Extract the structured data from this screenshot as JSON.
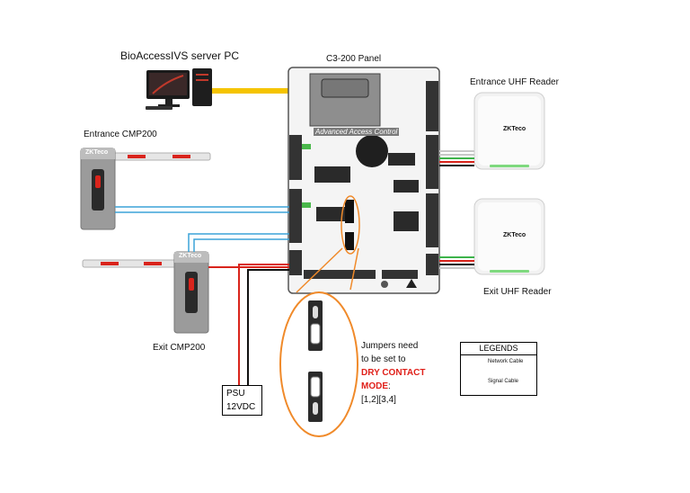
{
  "labels": {
    "server_pc": "BioAccessIVS server PC",
    "panel": "C3-200 Panel",
    "panel_inner": "Advanced Access Control",
    "entrance_reader": "Entrance UHF Reader",
    "exit_reader": "Exit UHF Reader",
    "entrance_barrier": "Entrance CMP200",
    "exit_barrier": "Exit CMP200",
    "brand": "ZKTeco"
  },
  "psu": {
    "line1": "PSU",
    "line2": "12VDC"
  },
  "note": {
    "line1": "Jumpers need",
    "line2": "to be set to",
    "highlight1": "DRY CONTACT",
    "highlight2": "MODE",
    "colon": ":",
    "value": "[1,2][3,4]"
  },
  "legend": {
    "title": "LEGENDS",
    "network_label": "Network Cable",
    "signal_label": "Signal Cable"
  },
  "colors": {
    "network_cable": "#f5c400",
    "signal_blue": "#3ba3d8",
    "power_red": "#d9241c",
    "ground_black": "#111111",
    "signal_green": "#3db34a",
    "signal_grey": "#c8c8c8",
    "callout_orange": "#f08a2a",
    "note_red": "#e0201a"
  }
}
